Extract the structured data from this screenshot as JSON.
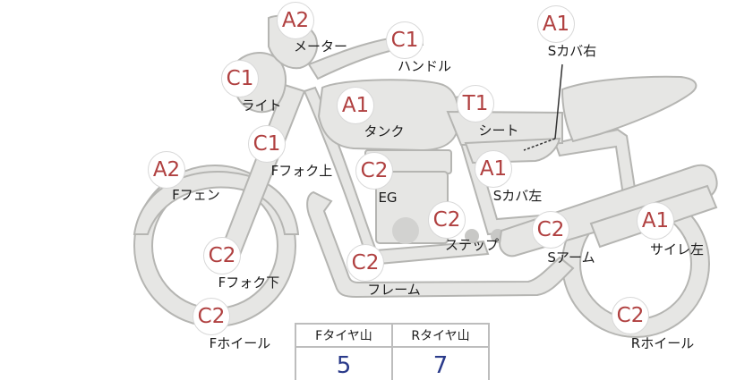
{
  "parts": [
    {
      "key": "meter",
      "grade": "A2",
      "label": "メーター"
    },
    {
      "key": "handle",
      "grade": "C1",
      "label": "ハンドル"
    },
    {
      "key": "seat_cover_right",
      "grade": "A1",
      "label": "Sカバ右"
    },
    {
      "key": "light",
      "grade": "C1",
      "label": "ライト"
    },
    {
      "key": "tank",
      "grade": "A1",
      "label": "タンク"
    },
    {
      "key": "seat",
      "grade": "T1",
      "label": "シート"
    },
    {
      "key": "front_fork_upper",
      "grade": "C1",
      "label": "Fフォク上"
    },
    {
      "key": "engine",
      "grade": "C2",
      "label": "EG"
    },
    {
      "key": "seat_cover_left",
      "grade": "A1",
      "label": "Sカバ左"
    },
    {
      "key": "front_fender",
      "grade": "A2",
      "label": "Fフェン"
    },
    {
      "key": "step",
      "grade": "C2",
      "label": "ステップ"
    },
    {
      "key": "swing_arm",
      "grade": "C2",
      "label": "Sアーム"
    },
    {
      "key": "muffler_left",
      "grade": "A1",
      "label": "サイレ左"
    },
    {
      "key": "front_fork_lower",
      "grade": "C2",
      "label": "Fフォク下"
    },
    {
      "key": "frame",
      "grade": "C2",
      "label": "フレーム"
    },
    {
      "key": "front_wheel",
      "grade": "C2",
      "label": "Fホイール"
    },
    {
      "key": "rear_wheel",
      "grade": "C2",
      "label": "Rホイール"
    }
  ],
  "tire_tread": {
    "front_label": "Fタイヤ山",
    "front_value": "5",
    "rear_label": "Rタイヤ山",
    "rear_value": "7"
  }
}
